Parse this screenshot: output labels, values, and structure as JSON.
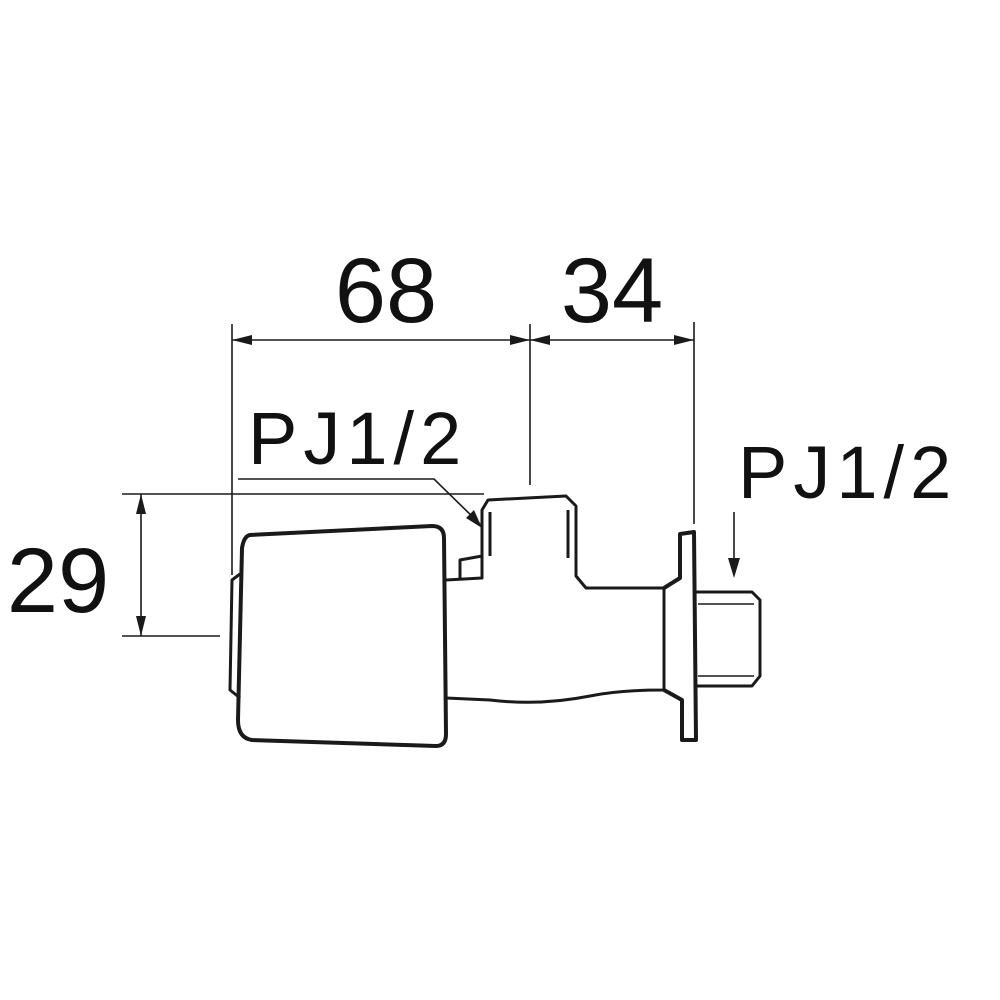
{
  "dimensions": {
    "length_a": "68",
    "length_b": "34",
    "height": "29"
  },
  "labels": {
    "inlet_thread": "PJ1/2",
    "outlet_thread": "PJ1/2"
  }
}
